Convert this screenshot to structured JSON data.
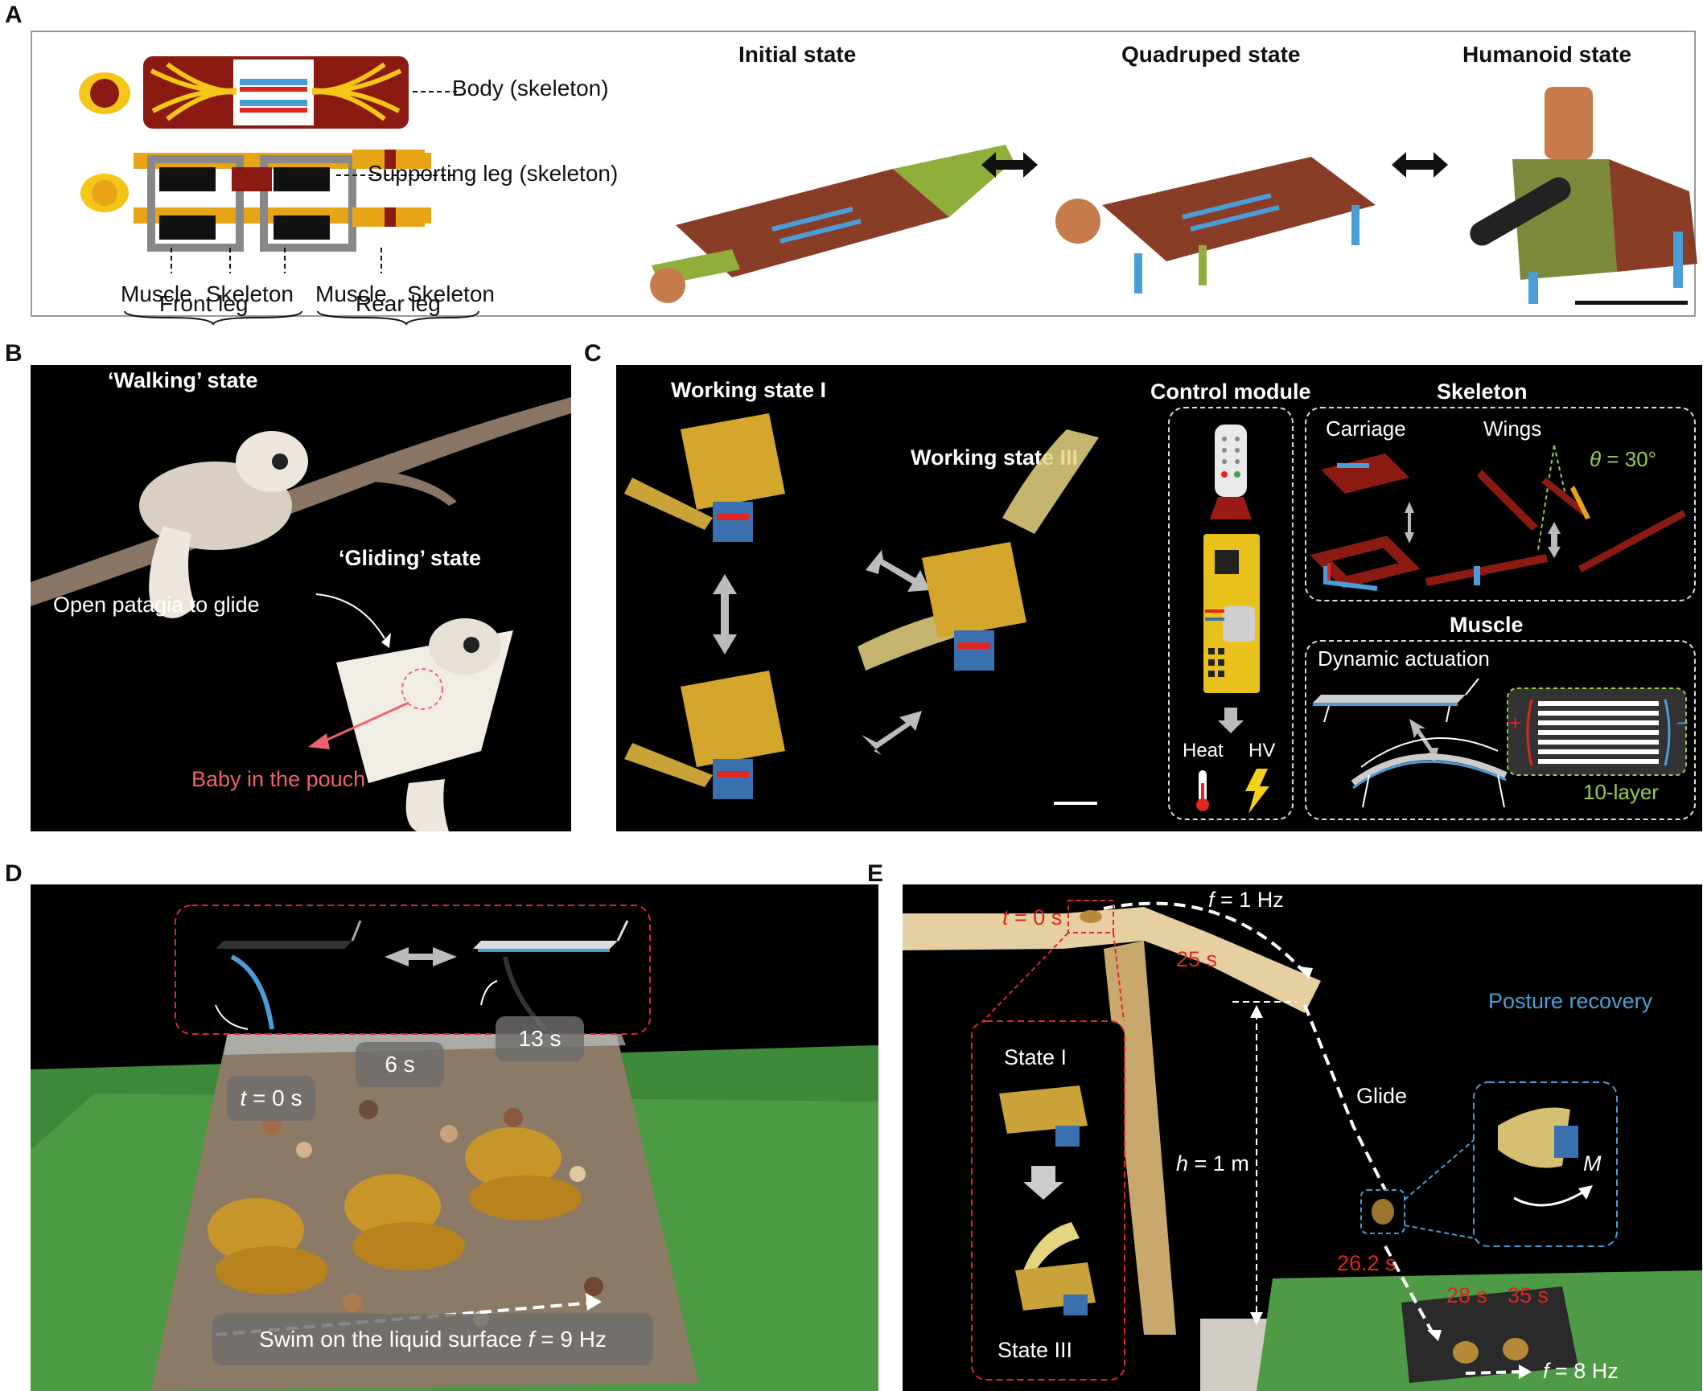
{
  "panels": {
    "A": {
      "label": "A",
      "body_callout": "Body (skeleton)",
      "support_callout": "Supporting leg (skeleton)",
      "muscle1": "Muscle",
      "skeleton1": "Skeleton",
      "muscle2": "Muscle",
      "skeleton2": "Skeleton",
      "front_leg": "Front leg",
      "rear_leg": "Rear leg",
      "initial_state": "Initial state",
      "quadruped_state": "Quadruped state",
      "humanoid_state": "Humanoid state"
    },
    "B": {
      "label": "B",
      "walking_state": "‘Walking’ state",
      "gliding_state": "‘Gliding’ state",
      "open_patagia": "Open patagia to glide",
      "baby_pouch": "Baby in the pouch"
    },
    "C": {
      "label": "C",
      "working_state_1": "Working state I",
      "working_state_3": "Working state III",
      "control_module": "Control module",
      "skeleton": "Skeleton",
      "carriage": "Carriage",
      "wings": "Wings",
      "theta_symbol": "θ",
      "theta_value": " = 30°",
      "muscle": "Muscle",
      "dynamic_actuation": "Dynamic actuation",
      "heat": "Heat",
      "hv": "HV",
      "ten_layer": "10-layer",
      "plus": "+",
      "minus": "−"
    },
    "D": {
      "label": "D",
      "t_symbol": "t",
      "t0": " = 0 s",
      "t6": "6 s",
      "t13": "13 s",
      "swim_text": "Swim on the liquid surface ",
      "f_symbol": "f",
      "f_value": " = 9 Hz"
    },
    "E": {
      "label": "E",
      "t_symbol": "t",
      "t0": " = 0 s",
      "f_symbol": "f",
      "f1": " = 1 Hz",
      "t25": "25 s",
      "state1": "State I",
      "state3": "State III",
      "glide": "Glide",
      "h_symbol": "h",
      "h_value": " = 1 m",
      "posture_recovery": "Posture recovery",
      "m_symbol": "M",
      "t262": "26.2 s",
      "t28": "28 s",
      "t35": "35 s",
      "f8": " = 8 Hz"
    }
  },
  "colors": {
    "body_red": "#8b1a12",
    "gold": "#e8a417",
    "accent_red": "#e0261e",
    "accent_blue": "#4a9ed8",
    "accent_green": "#9acd4a",
    "pouch_pink": "#f0626b"
  }
}
